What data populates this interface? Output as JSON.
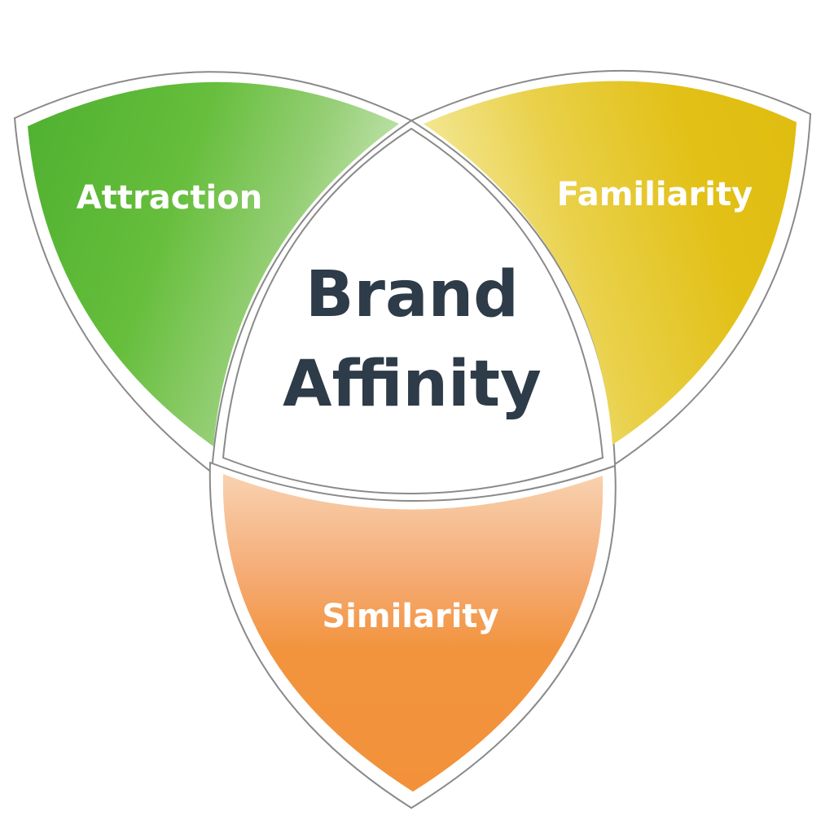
{
  "diagram": {
    "center": {
      "line1": "Brand",
      "line2": "Affinity"
    },
    "petals": [
      {
        "id": "attraction",
        "label": "Attraction",
        "color": "#5fba3a"
      },
      {
        "id": "familiarity",
        "label": "Familiarity",
        "color": "#e3c01a"
      },
      {
        "id": "similarity",
        "label": "Similarity",
        "color": "#f0903a"
      }
    ],
    "colors": {
      "outline": "#8a8a8a",
      "center_fill": "#ffffff",
      "center_text": "#2e3b48",
      "petal_text": "#ffffff"
    }
  }
}
